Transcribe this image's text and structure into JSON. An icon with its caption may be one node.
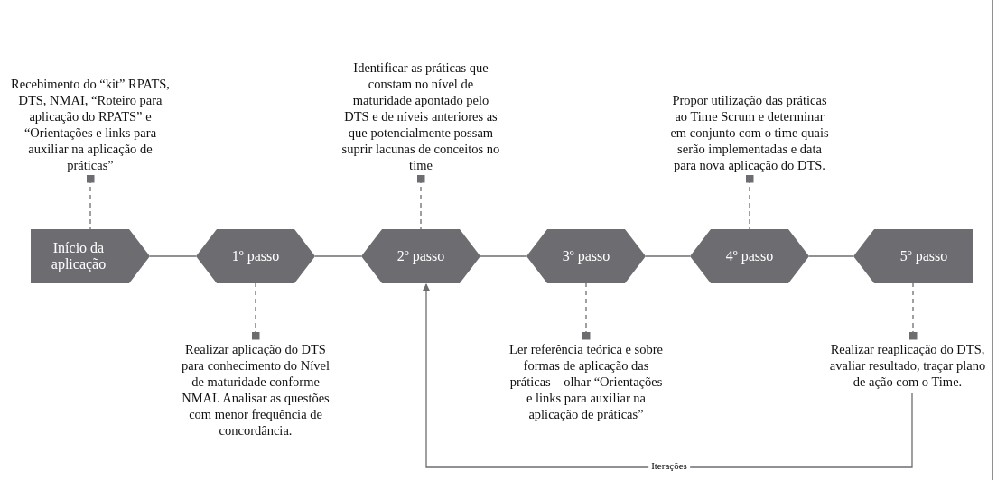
{
  "diagram": {
    "nodes": [
      {
        "text": [
          "Início da aplicação"
        ]
      },
      {
        "text": [
          "1º passo"
        ]
      },
      {
        "text": [
          "2º passo"
        ]
      },
      {
        "text": [
          "3º passo"
        ]
      },
      {
        "text": [
          "4º passo"
        ]
      },
      {
        "text": [
          "5º passo"
        ]
      },
      {
        "text": [
          "Recebimento do “kit” RPATS, DTS, NMAI, “Roteiro para aplicação do RPATS” e “Orientações e links para auxiliar na aplicação de práticas”"
        ]
      },
      {
        "text": [
          "Realizar aplicação do DTS para conhecimento do Nível de maturidade conforme NMAI. Analisar as questões com menor frequência de concordância."
        ]
      },
      {
        "text": [
          "Identificar as práticas que constam no nível de maturidade apontado pelo DTS e de níveis anteriores as que potencialmente possam suprir lacunas de conceitos no time"
        ]
      },
      {
        "text": [
          "Ler referência teórica e sobre formas de aplicação das práticas – olhar “Orientações e links para auxiliar na aplicação de práticas”"
        ]
      },
      {
        "text": [
          "Propor utilização das práticas ao Time Scrum e determinar em conjunto com o time quais serão implementadas e data para nova aplicação do DTS."
        ]
      },
      {
        "text": [
          "Realizar reaplicação do DTS, avaliar resultado, traçar plano de ação com o Time."
        ]
      }
    ],
    "edges": [
      {
        "from": 0,
        "to": 1,
        "arrow": "none"
      },
      {
        "from": 1,
        "to": 2,
        "arrow": "none"
      },
      {
        "from": 2,
        "to": 3,
        "arrow": "none"
      },
      {
        "from": 3,
        "to": 4,
        "arrow": "none"
      },
      {
        "from": 4,
        "to": 5,
        "arrow": "none"
      },
      {
        "from": 6,
        "to": 0,
        "arrow": "other",
        "style": "dashed"
      },
      {
        "from": 7,
        "to": 1,
        "arrow": "other",
        "style": "dashed"
      },
      {
        "from": 8,
        "to": 2,
        "arrow": "other",
        "style": "dashed"
      },
      {
        "from": 9,
        "to": 3,
        "arrow": "other",
        "style": "dashed"
      },
      {
        "from": 10,
        "to": 4,
        "arrow": "other",
        "style": "dashed"
      },
      {
        "from": 11,
        "to": 5,
        "arrow": "other",
        "style": "dashed"
      },
      {
        "from": 11,
        "to": 2,
        "arrow": "to",
        "label": "Iterações"
      }
    ]
  }
}
